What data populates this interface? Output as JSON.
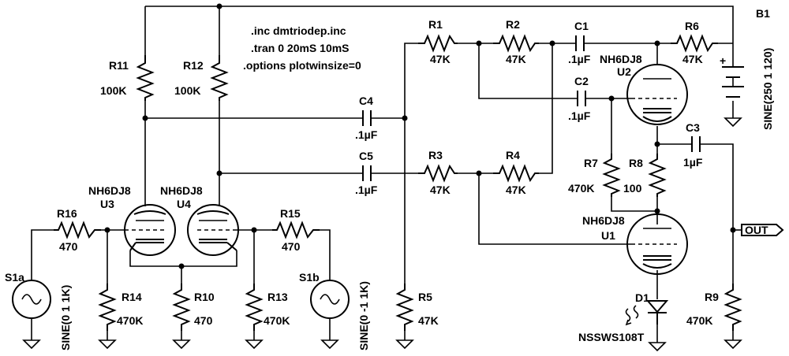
{
  "spice": {
    "inc": ".inc dmtriodep.inc",
    "tran": ".tran 0 20mS 10mS",
    "options": ".options plotwinsize=0"
  },
  "parts": {
    "R1": {
      "name": "R1",
      "value": "47K"
    },
    "R2": {
      "name": "R2",
      "value": "47K"
    },
    "R3": {
      "name": "R3",
      "value": "47K"
    },
    "R4": {
      "name": "R4",
      "value": "47K"
    },
    "R5": {
      "name": "R5",
      "value": "47K"
    },
    "R6": {
      "name": "R6",
      "value": "47K"
    },
    "R7": {
      "name": "R7",
      "value": "470K"
    },
    "R8": {
      "name": "R8",
      "value": "100"
    },
    "R9": {
      "name": "R9",
      "value": "470K"
    },
    "R10": {
      "name": "R10",
      "value": "470"
    },
    "R11": {
      "name": "R11",
      "value": "100K"
    },
    "R12": {
      "name": "R12",
      "value": "100K"
    },
    "R13": {
      "name": "R13",
      "value": "470K"
    },
    "R14": {
      "name": "R14",
      "value": "470K"
    },
    "R15": {
      "name": "R15",
      "value": "470"
    },
    "R16": {
      "name": "R16",
      "value": "470"
    },
    "C1": {
      "name": "C1",
      "value": ".1µF"
    },
    "C2": {
      "name": "C2",
      "value": ".1µF"
    },
    "C3": {
      "name": "C3",
      "value": "1µF"
    },
    "C4": {
      "name": "C4",
      "value": ".1µF"
    },
    "C5": {
      "name": "C5",
      "value": ".1µF"
    },
    "U1": {
      "name": "U1",
      "model": "NH6DJ8"
    },
    "U2": {
      "name": "U2",
      "model": "NH6DJ8"
    },
    "U3": {
      "name": "U3",
      "model": "NH6DJ8"
    },
    "U4": {
      "name": "U4",
      "model": "NH6DJ8"
    },
    "D1": {
      "name": "D1",
      "model": "NSSWS108T"
    },
    "B1": {
      "name": "B1",
      "value": "SINE(250 1 120)"
    },
    "S1a": {
      "name": "S1a",
      "value": "SINE(0 1 1K)"
    },
    "S1b": {
      "name": "S1b",
      "value": "SINE(0 -1 1K)"
    }
  },
  "out_label": "OUT",
  "battery_plus": "+"
}
